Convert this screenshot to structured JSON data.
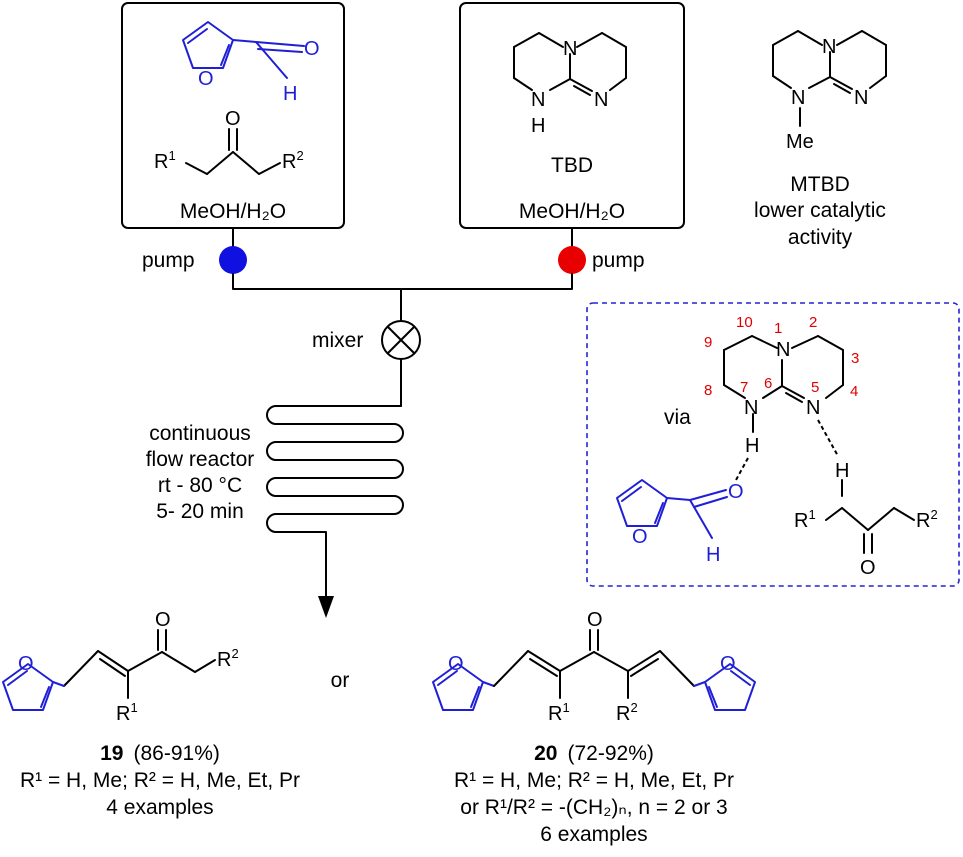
{
  "reagents": {
    "left_solvent": "MeOH/H₂O",
    "right_catalyst": "TBD",
    "right_solvent": "MeOH/H₂O",
    "side_catalyst": "MTBD",
    "side_note_1": "lower catalytic",
    "side_note_2": "activity"
  },
  "flow": {
    "pump_label": "pump",
    "mixer_label": "mixer",
    "reactor_lines": [
      "continuous",
      "flow reactor",
      "rt - 80 °C",
      "5- 20 min"
    ],
    "pump_colors": {
      "left": "#1010e0",
      "right": "#e80000"
    }
  },
  "mechanism": {
    "via_label": "via",
    "ring_numbers": [
      "1",
      "2",
      "3",
      "4",
      "5",
      "6",
      "7",
      "8",
      "9",
      "10"
    ]
  },
  "products": {
    "or_label": "or",
    "p19": {
      "number": "19",
      "yield": "(86-91%)",
      "line1": "R¹ = H, Me; R² = H, Me, Et, Pr",
      "line2": "4 examples"
    },
    "p20": {
      "number": "20",
      "yield": "(72-92%)",
      "line1": "R¹ = H, Me; R² = H, Me, Et, Pr",
      "line2": "or R¹/R² = -(CH₂)ₙ, n = 2 or 3",
      "line3": "6 examples"
    }
  },
  "colors": {
    "furan_blue": "#1f1fd6",
    "number_red": "#e00000",
    "dashed_box": "#2323d0"
  }
}
